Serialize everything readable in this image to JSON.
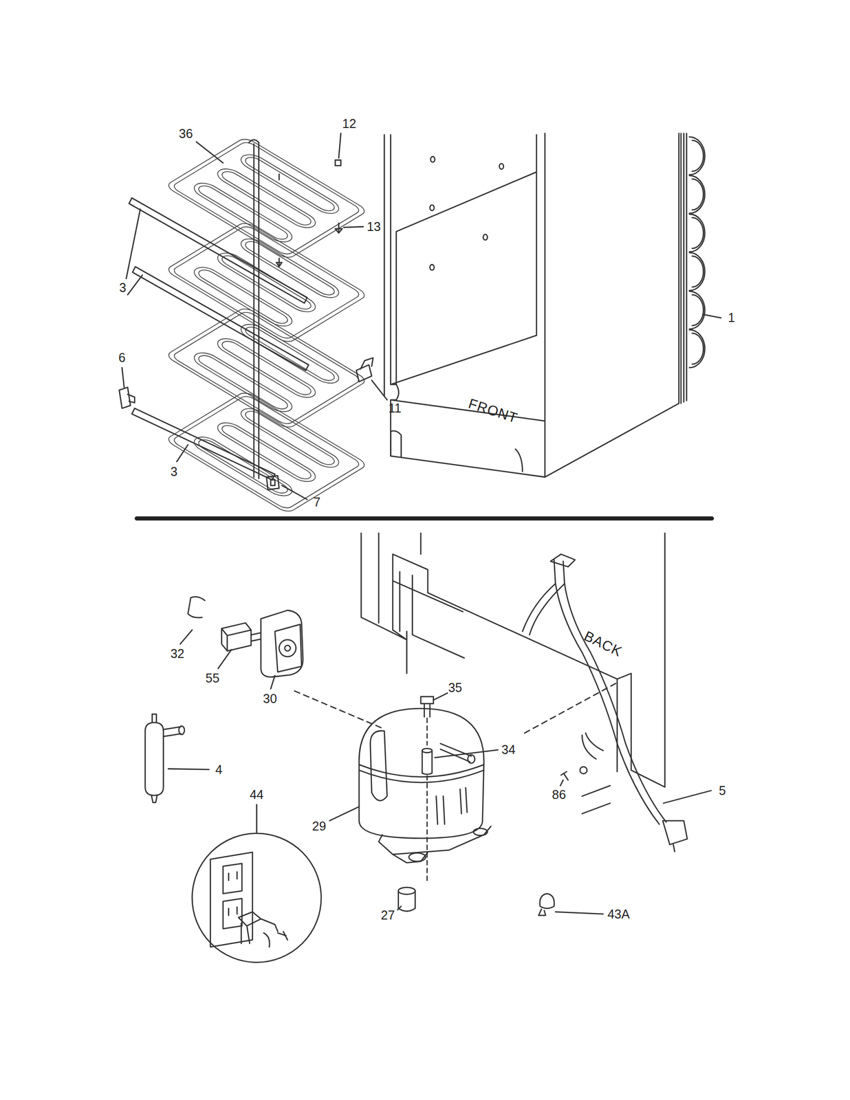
{
  "diagram": {
    "labels": [
      "36",
      "12",
      "13",
      "3",
      "6",
      "11",
      "1",
      "3",
      "7",
      "FRONT",
      "BACK",
      "32",
      "55",
      "30",
      "35",
      "34",
      "4",
      "44",
      "86",
      "5",
      "29",
      "27",
      "43A"
    ]
  }
}
